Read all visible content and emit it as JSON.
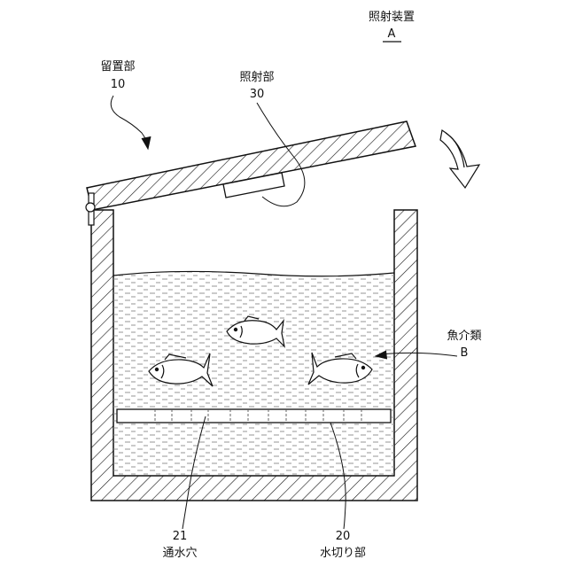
{
  "labels": {
    "apparatus": {
      "name": "照射装置",
      "ref": "A"
    },
    "holding_part": {
      "name": "留置部",
      "ref": "10"
    },
    "irradiation_part": {
      "name": "照射部",
      "ref": "30"
    },
    "seafood": {
      "name": "魚介類",
      "ref": "B"
    },
    "drain_holes": {
      "ref": "21",
      "name": "通水穴"
    },
    "drain_part": {
      "ref": "20",
      "name": "水切り部"
    }
  },
  "colors": {
    "line": "#111111",
    "water_dash": "#7a7a7a",
    "background": "#ffffff"
  }
}
